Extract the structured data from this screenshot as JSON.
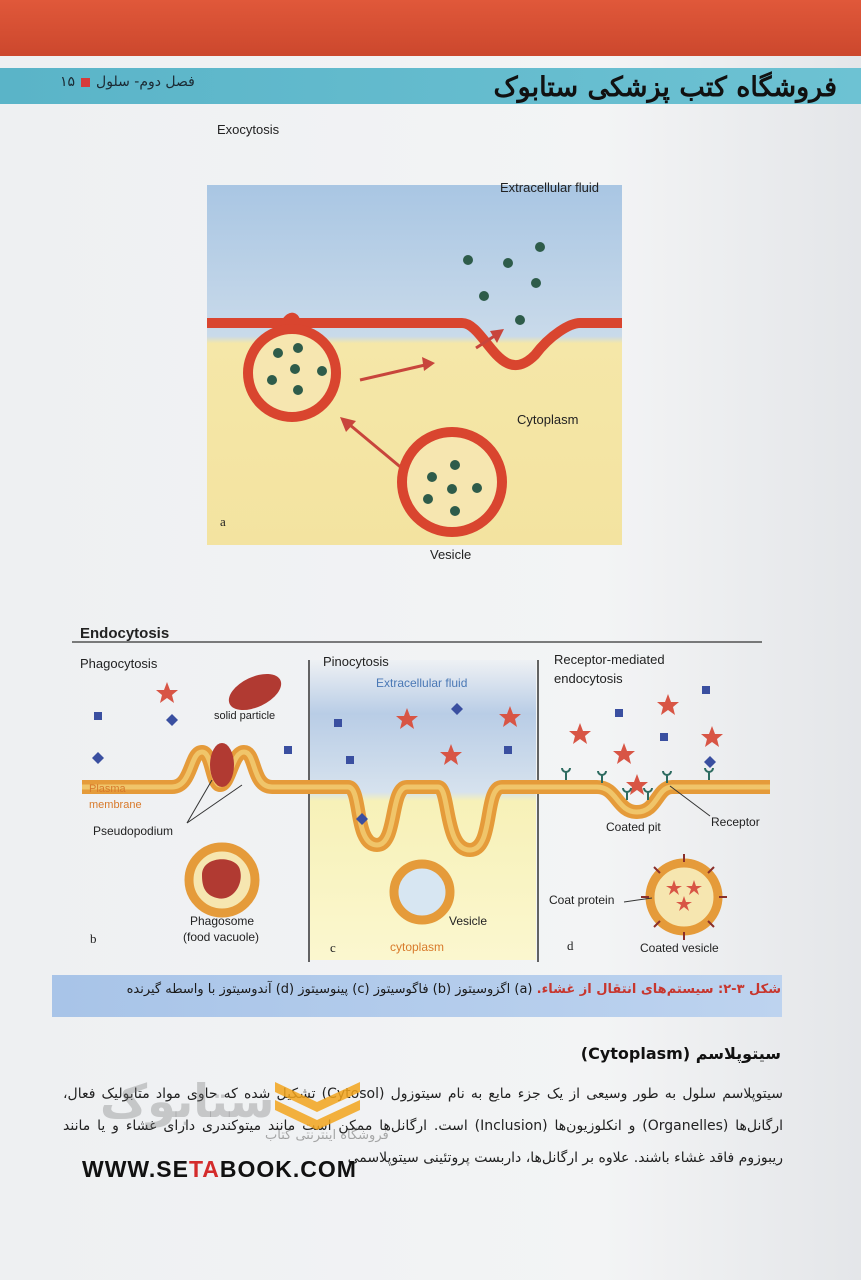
{
  "header": {
    "chapter": "فصل دوم- سلول",
    "page_number": "۱۵",
    "shop_title": "فروشگاه کتب پزشکی ستابوک"
  },
  "figure": {
    "exocytosis": {
      "title": "Exocytosis",
      "extracellular": "Extracellular fluid",
      "cytoplasm": "Cytoplasm",
      "vesicle": "Vesicle",
      "panel": "a"
    },
    "endocytosis": {
      "title": "Endocytosis",
      "phagocytosis": {
        "title": "Phagocytosis",
        "solid_particle": "solid particle",
        "plasma_membrane_1": "Plasma",
        "plasma_membrane_2": "membrane",
        "pseudopodium": "Pseudopodium",
        "phagosome_1": "Phagosome",
        "phagosome_2": "(food vacuole)",
        "panel": "b"
      },
      "pinocytosis": {
        "title": "Pinocytosis",
        "extracellular": "Extracellular fluid",
        "vesicle": "Vesicle",
        "cytoplasm": "cytoplasm",
        "panel": "c"
      },
      "receptor": {
        "title_1": "Receptor-mediated",
        "title_2": "endocytosis",
        "coated_pit": "Coated pit",
        "receptor": "Receptor",
        "coat_protein": "Coat protein",
        "coated_vesicle": "Coated vesicle",
        "panel": "d"
      }
    }
  },
  "caption": {
    "fig_label": "شکل ۳-۲: سیستم‌های انتقال از غشاء.",
    "text": " (a) اگزوسیتوز (b) فاگوسیتوز (c) پینوسیتوز (d) آندوسیتوز با واسطه گیرنده"
  },
  "section": {
    "title": "سیتوپلاسم (Cytoplasm)",
    "paragraph": "سیتوپلاسم سلول به طور وسیعی از یک جزء مایع به نام سیتوزول (Cytosol) تشکیل شده که حاوی مواد متابولیک فعال، ارگانل‌ها (Organelles) و انکلوزیون‌ها (Inclusion) است. ارگانل‌ها ممکن است مانند میتوکندری دارای غشاء و یا مانند ریبوزوم فاقد غشاء باشند. علاوه بر ارگانل‌ها، داربست پروتئینی سیتوپلاسمی"
  },
  "watermark": {
    "brand": "ستابوک",
    "sub": "فروشگاه اینترنتی کتاب",
    "url_a": "WWW.SE",
    "url_b": "TA",
    "url_c": "BOOK.COM"
  },
  "colors": {
    "membrane": "#d9452f",
    "membrane_orange": "#e59b3a",
    "accent_red": "#c7362e",
    "caption_bar": "#b3cdea"
  }
}
